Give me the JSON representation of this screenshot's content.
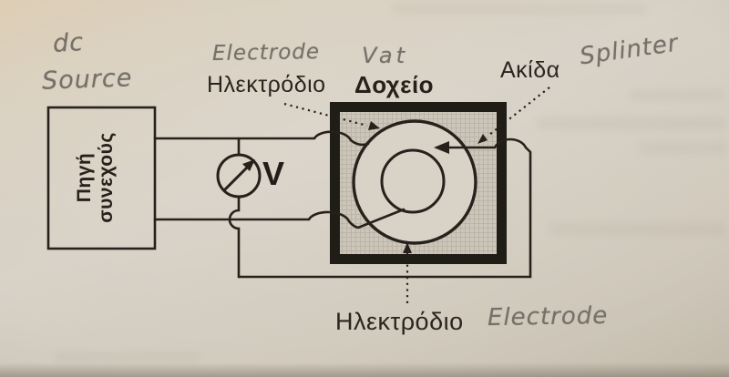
{
  "figure": {
    "type": "physics-apparatus-circuit-diagram",
    "source_box": {
      "label_line1": "Πηγή",
      "label_line2": "συνεχούς"
    },
    "voltmeter": {
      "label": "V"
    },
    "printed_labels": {
      "electrode_top": "Ηλεκτρόδιο",
      "vessel": "Δοχείο",
      "needle": "Ακίδα",
      "electrode_bottom": "Ηλεκτρόδιο"
    },
    "handwritten_labels": {
      "dc": "dc",
      "source": "Source",
      "electrode_top": "Electrode",
      "vat": "Vat",
      "splinter": "Splinter",
      "electrode_bottom": "Electrode"
    },
    "colors": {
      "paper": "#d5cec3",
      "ink": "#26211b",
      "pencil": "#767069",
      "vessel_wall": "#201c16",
      "vessel_fill": "#ccc6ba",
      "grid_line": "#a59d8e"
    }
  }
}
